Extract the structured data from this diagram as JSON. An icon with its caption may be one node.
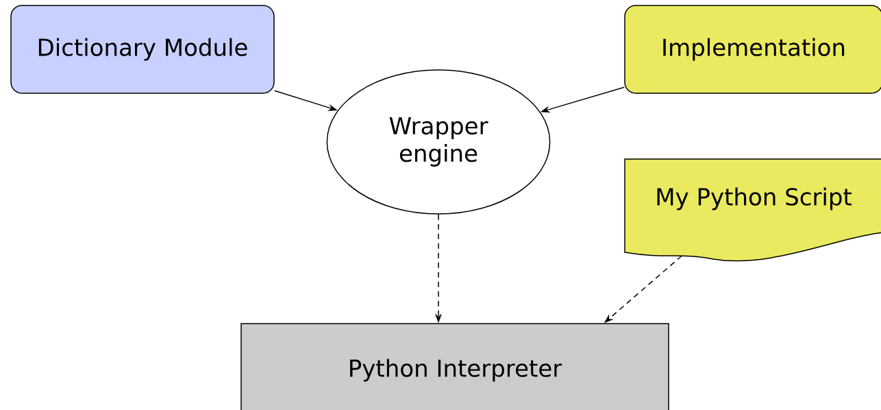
{
  "diagram": {
    "nodes": [
      {
        "text": [
          "Dictionary Module"
        ]
      },
      {
        "text": [
          "Implementation"
        ]
      },
      {
        "text": [
          "Wrapper engine"
        ]
      },
      {
        "text": [
          "My Python Script"
        ]
      },
      {
        "text": [
          "Python Interpreter"
        ]
      }
    ],
    "edges": [
      {
        "from": 0,
        "to": 2,
        "arrow": "to"
      },
      {
        "from": 1,
        "to": 2,
        "arrow": "to"
      },
      {
        "from": 2,
        "to": 4,
        "arrow": "to",
        "style": "dashed"
      },
      {
        "from": 3,
        "to": 4,
        "arrow": "to",
        "style": "dashed"
      }
    ]
  }
}
